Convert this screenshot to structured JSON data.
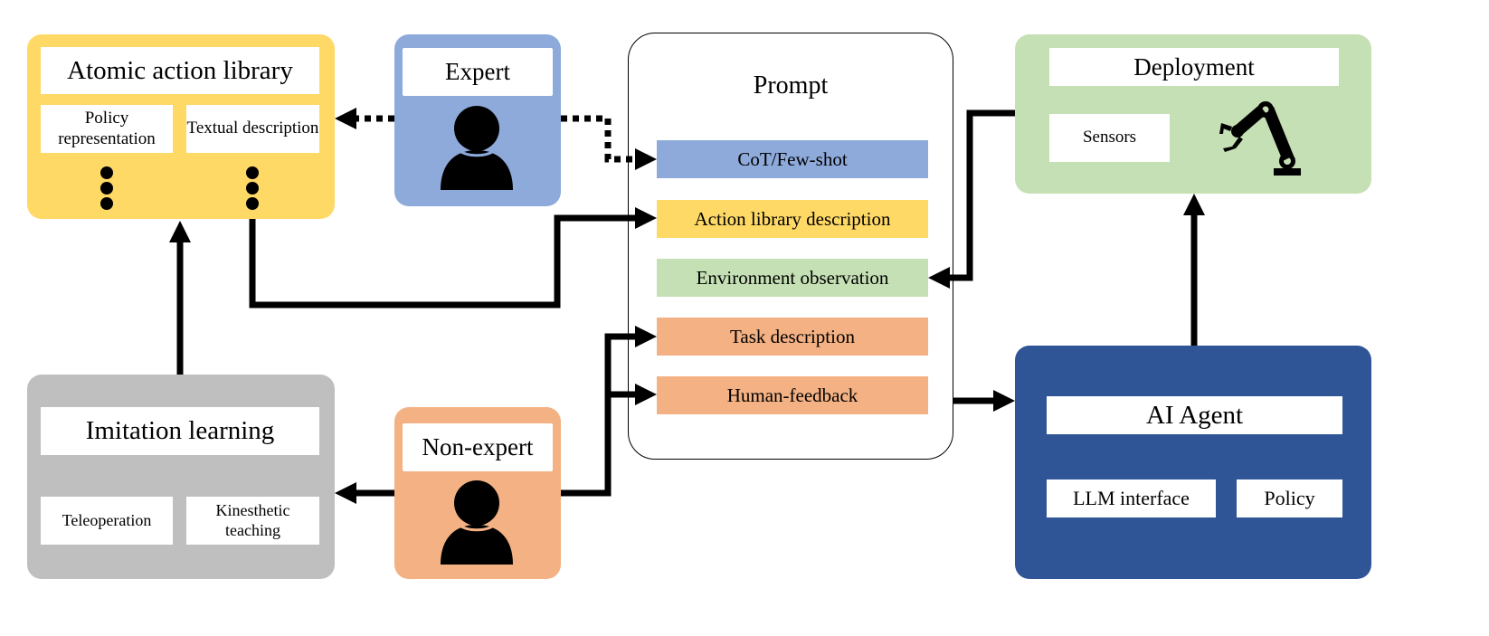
{
  "colors": {
    "atomic": "#ffd966",
    "expert": "#8eaadb",
    "prompt_border": "#000000",
    "deployment": "#c5e0b4",
    "imitation": "#bfbfbf",
    "nonexpert": "#f4b183",
    "agent": "#2f5597"
  },
  "atomic": {
    "title": "Atomic action library",
    "items": [
      "Policy representation",
      "Textual description"
    ]
  },
  "expert": {
    "title": "Expert",
    "icon": "person-icon"
  },
  "prompt": {
    "title": "Prompt",
    "items": [
      {
        "label": "CoT/Few-shot",
        "color": "#8eaadb"
      },
      {
        "label": "Action library description",
        "color": "#ffd966"
      },
      {
        "label": "Environment observation",
        "color": "#c5e0b4"
      },
      {
        "label": "Task description",
        "color": "#f4b183"
      },
      {
        "label": "Human-feedback",
        "color": "#f4b183"
      }
    ]
  },
  "deployment": {
    "title": "Deployment",
    "sensors": "Sensors",
    "icon": "robot-arm-icon"
  },
  "imitation": {
    "title": "Imitation learning",
    "items": [
      "Teleoperation",
      "Kinesthetic teaching"
    ]
  },
  "nonexpert": {
    "title": "Non-expert",
    "icon": "person-icon"
  },
  "agent": {
    "title": "AI Agent",
    "items": [
      "LLM interface",
      "Policy"
    ]
  }
}
